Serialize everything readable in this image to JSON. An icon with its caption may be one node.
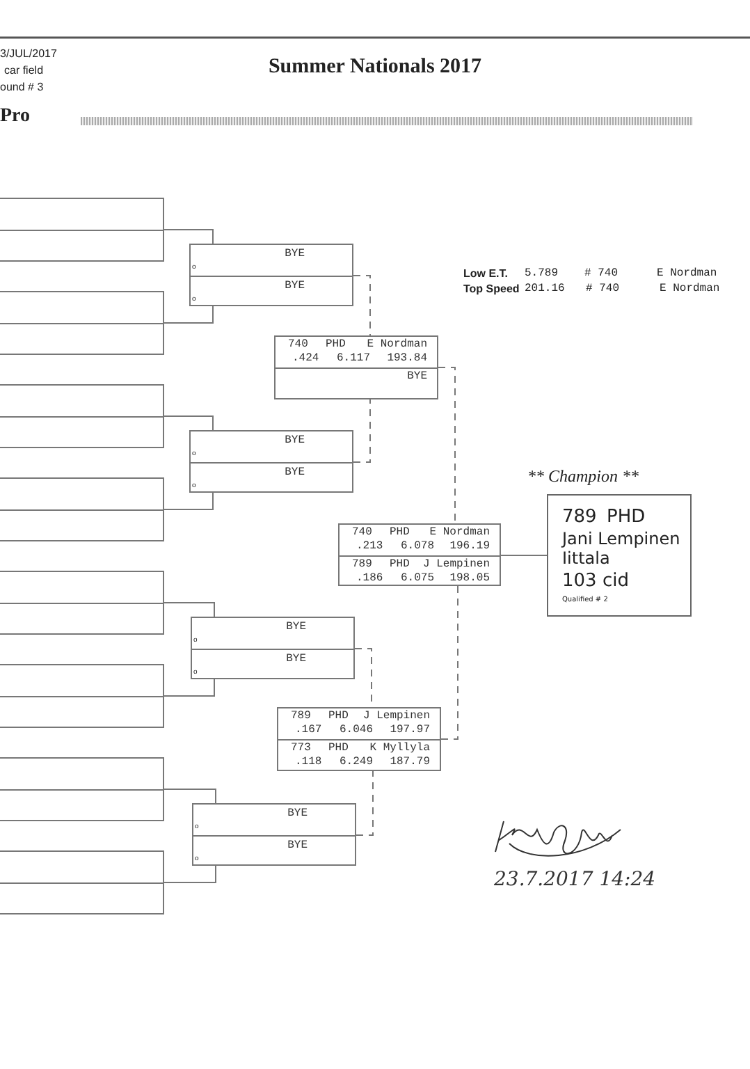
{
  "diagram": {
    "title": "Summer Nationals 2017",
    "nodes": [
      {
        "text": [],
        "shape": "box"
      },
      {
        "text": [],
        "shape": "box"
      },
      {
        "text": [],
        "shape": "box"
      },
      {
        "text": [],
        "shape": "box"
      },
      {
        "text": [],
        "shape": "box"
      },
      {
        "text": [],
        "shape": "box"
      },
      {
        "text": [],
        "shape": "box"
      },
      {
        "text": [],
        "shape": "box"
      },
      {
        "text": [
          "BYE",
          "o",
          "BYE",
          "o"
        ]
      },
      {
        "text": [
          "BYE",
          "o",
          "BYE",
          "o"
        ]
      },
      {
        "text": [
          "BYE",
          "o",
          "BYE",
          "o"
        ]
      },
      {
        "text": [
          "BYE",
          "o",
          "BYE",
          "o"
        ]
      },
      {
        "text": [
          "740",
          "PHD",
          "E Nordman",
          ".424",
          "6.117",
          "193.84",
          "BYE"
        ]
      },
      {
        "text": [
          "789",
          "PHD",
          "J Lempinen",
          ".167",
          "6.046",
          "197.97",
          "773",
          "PHD",
          "K Myllyla",
          ".118",
          "6.249",
          "187.79"
        ]
      },
      {
        "text": [
          "740",
          "PHD",
          "E Nordman",
          ".213",
          "6.078",
          "196.19",
          "789",
          "PHD",
          "J Lempinen",
          ".186",
          "6.075",
          "198.05"
        ]
      },
      {
        "text": [
          "** Champion **",
          "789",
          "PHD",
          "Jani Lempinen",
          "Iittala",
          "103 cid",
          "Qualified # 2"
        ]
      }
    ],
    "edges": [
      {
        "from": 0,
        "to": 8,
        "arrow": "none"
      },
      {
        "from": 1,
        "to": 8,
        "arrow": "none"
      },
      {
        "from": 2,
        "to": 9,
        "arrow": "none"
      },
      {
        "from": 3,
        "to": 9,
        "arrow": "none"
      },
      {
        "from": 4,
        "to": 10,
        "arrow": "none"
      },
      {
        "from": 5,
        "to": 10,
        "arrow": "none"
      },
      {
        "from": 6,
        "to": 11,
        "arrow": "none"
      },
      {
        "from": 7,
        "to": 11,
        "arrow": "none"
      },
      {
        "from": 8,
        "to": 12,
        "arrow": "none",
        "style": "dashed"
      },
      {
        "from": 9,
        "to": 12,
        "arrow": "none",
        "style": "dashed"
      },
      {
        "from": 10,
        "to": 13,
        "arrow": "none",
        "style": "dashed"
      },
      {
        "from": 11,
        "to": 13,
        "arrow": "none",
        "style": "dashed"
      },
      {
        "from": 12,
        "to": 14,
        "arrow": "none",
        "style": "dashed"
      },
      {
        "from": 13,
        "to": 14,
        "arrow": "none",
        "style": "dashed"
      },
      {
        "from": 14,
        "to": 15,
        "arrow": "none"
      }
    ],
    "labels": [
      "3/JUL/2017",
      "car field",
      "ound # 3",
      "Pro",
      "Low E.T.",
      "5.789",
      "# 740",
      "E Nordman",
      "Top Speed",
      "201.16",
      "# 740",
      "E Nordman",
      "23.7.2017 14:24"
    ]
  }
}
